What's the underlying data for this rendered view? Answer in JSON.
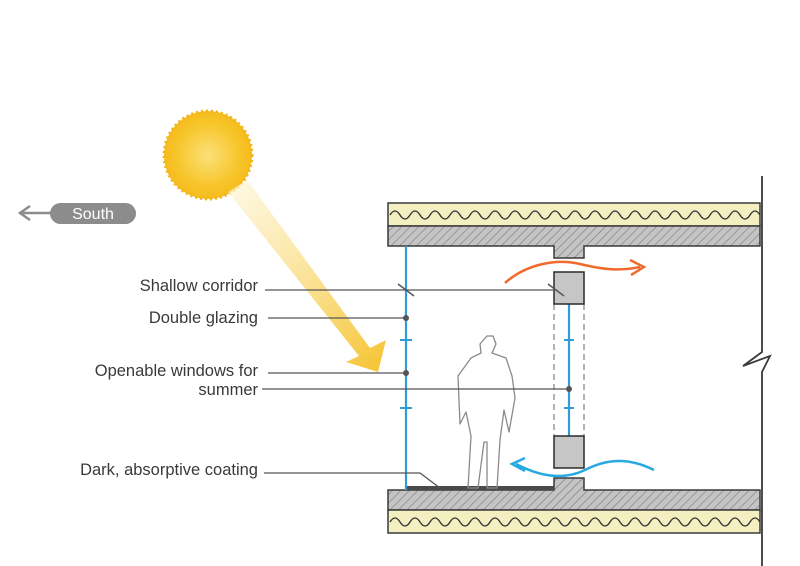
{
  "compass": {
    "direction": "South",
    "icon": "arrow-left-icon"
  },
  "labels": {
    "shallow_corridor": "Shallow corridor",
    "double_glazing": "Double glazing",
    "openable_windows_line1": "Openable windows for",
    "openable_windows_line2": "summer",
    "dark_coating": "Dark, absorptive coating"
  },
  "colors": {
    "sun": "#f7c62c",
    "solar_ray": "#f6cf46",
    "glazing": "#2f9bd7",
    "warm_air": "#ef6a2c",
    "cool_air": "#29a9e1",
    "slab": "#bfbfbf",
    "insulation": "#f3efc0",
    "compass_badge": "#8c8c8c",
    "leader_line": "#555555"
  }
}
